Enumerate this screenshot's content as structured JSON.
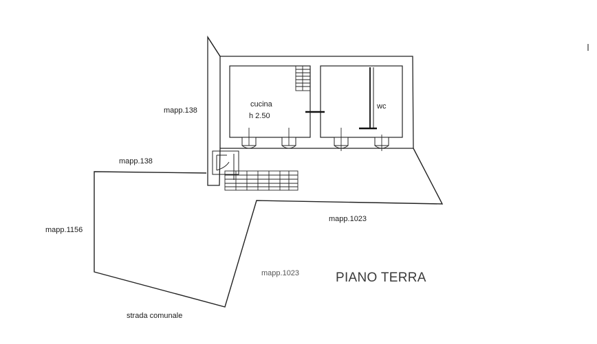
{
  "title": "PIANO TERRA",
  "rooms": {
    "kitchen_name": "cucina",
    "kitchen_height": "h 2.50",
    "wc": "wc"
  },
  "parcels": {
    "north_upper": "mapp.138",
    "north_lower": "mapp.138",
    "west": "mapp.1156",
    "east": "mapp.1023",
    "south": "mapp.1023"
  },
  "road": "strada comunale",
  "colors": {
    "line": "#222222",
    "wall_fill": "#ffffff",
    "paper": "#ffffff"
  }
}
